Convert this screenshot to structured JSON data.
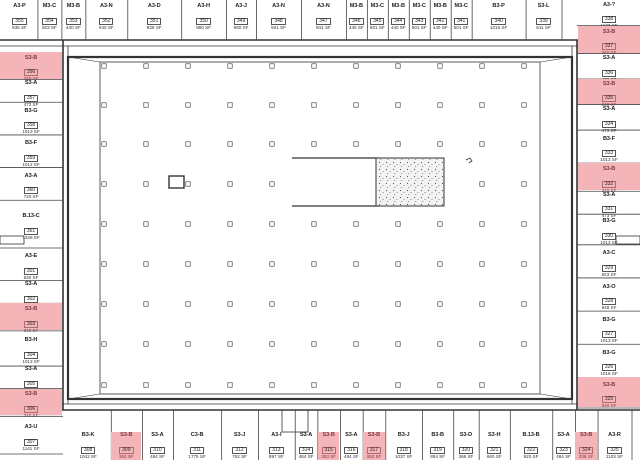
{
  "top_units": [
    {
      "type": "A3-P",
      "num": "355",
      "area": "935 SF"
    },
    {
      "type": "M3-C",
      "num": "354",
      "area": "503 SF"
    },
    {
      "type": "M3-B",
      "num": "353",
      "area": "440 SF"
    },
    {
      "type": "A3-N",
      "num": "352",
      "area": "940 SF"
    },
    {
      "type": "A3-D",
      "num": "351",
      "area": "829 SF"
    },
    {
      "type": "A3-H",
      "num": "350",
      "area": "880 SF"
    },
    {
      "type": "A3-J",
      "num": "349",
      "area": "960 SF"
    },
    {
      "type": "A3-N",
      "num": "348",
      "area": "941 SF"
    },
    {
      "type": "A3-N",
      "num": "347",
      "area": "941 SF"
    },
    {
      "type": "M3-B",
      "num": "346",
      "area": "440 SF"
    },
    {
      "type": "M3-C",
      "num": "345",
      "area": "501 SF"
    },
    {
      "type": "M3-B",
      "num": "344",
      "area": "440 SF"
    },
    {
      "type": "M3-C",
      "num": "343",
      "area": "501 SF"
    },
    {
      "type": "M3-B",
      "num": "342",
      "area": "440 SF"
    },
    {
      "type": "M3-C",
      "num": "341",
      "area": "501 SF"
    },
    {
      "type": "B3-P",
      "num": "340",
      "area": "1016 SF"
    },
    {
      "type": "S3-L",
      "num": "339",
      "area": "611 SF"
    }
  ],
  "left_units": [
    {
      "type": "S3-B",
      "num": "356",
      "area": "340 SF",
      "hl": true
    },
    {
      "type": "S3-A",
      "num": "357",
      "area": "473 SF"
    },
    {
      "type": "B3-G",
      "num": "358",
      "area": "1013 SF"
    },
    {
      "type": "B3-F",
      "num": "359",
      "area": "1012 SF"
    },
    {
      "type": "A3-A",
      "num": "360",
      "area": "720 SF"
    },
    {
      "type": "B.13-C",
      "num": "361",
      "area": "1348 SF"
    },
    {
      "type": "A3-E",
      "num": "301",
      "area": "830 SF"
    },
    {
      "type": "S3-A",
      "num": "302",
      "area": "473 SF"
    },
    {
      "type": "S3-B",
      "num": "303",
      "area": "340 SF",
      "hl": true
    },
    {
      "type": "B3-H",
      "num": "304",
      "area": "1013 SF"
    },
    {
      "type": "S3-A",
      "num": "305",
      "area": "473 SF"
    },
    {
      "type": "S3-B",
      "num": "306",
      "area": "340 SF",
      "hl": true
    },
    {
      "type": "A3-U",
      "num": "307",
      "area": "1141 SF"
    }
  ],
  "right_units": [
    {
      "type": "A3-?",
      "num": "338",
      "area": "1133 SF"
    },
    {
      "type": "S3-B",
      "num": "337",
      "area": "340 SF",
      "hl": true
    },
    {
      "type": "S3-A",
      "num": "336",
      "area": "473 SF"
    },
    {
      "type": "S3-B",
      "num": "335",
      "area": "340 SF",
      "hl": true
    },
    {
      "type": "S3-A",
      "num": "334",
      "area": "473 SF"
    },
    {
      "type": "B3-F",
      "num": "333",
      "area": "1013 SF"
    },
    {
      "type": "S3-B",
      "num": "332",
      "area": "340 SF",
      "hl": true
    },
    {
      "type": "S3-A",
      "num": "331",
      "area": "473 SF"
    },
    {
      "type": "B3-G",
      "num": "330",
      "area": "1013 SF"
    },
    {
      "type": "A3-C",
      "num": "329",
      "area": "823 SF"
    },
    {
      "type": "A3-O",
      "num": "328",
      "area": "948 SF"
    },
    {
      "type": "B3-G",
      "num": "327",
      "area": "1013 SF"
    },
    {
      "type": "B3-G",
      "num": "326",
      "area": "1016 SF"
    },
    {
      "type": "S3-B",
      "num": "325",
      "area": "340 SF",
      "hl": true
    }
  ],
  "bottom_units": [
    {
      "type": "B3-K",
      "num": "308",
      "area": "1042 SF"
    },
    {
      "type": "S3-B",
      "num": "309",
      "area": "353 SF",
      "hl": true
    },
    {
      "type": "S3-A",
      "num": "310",
      "area": "484 SF"
    },
    {
      "type": "C3-B",
      "num": "311",
      "area": "1775 SF"
    },
    {
      "type": "S3-J",
      "num": "312",
      "area": "752 SF"
    },
    {
      "type": "A3-I",
      "num": "313",
      "area": "897 SF"
    },
    {
      "type": "S3-A",
      "num": "314",
      "area": "484 SF"
    },
    {
      "type": "S3-B",
      "num": "315",
      "area": "353 SF",
      "hl": true
    },
    {
      "type": "S3-A",
      "num": "316",
      "area": "484 SF"
    },
    {
      "type": "S3-B",
      "num": "317",
      "area": "353 SF",
      "hl": true
    },
    {
      "type": "B3-J",
      "num": "318",
      "area": "1037 SF"
    },
    {
      "type": "B3-B",
      "num": "319",
      "area": "894 SF"
    },
    {
      "type": "S3-D",
      "num": "320",
      "area": "366 SF"
    },
    {
      "type": "S3-H",
      "num": "321",
      "area": "660 SF"
    },
    {
      "type": "B.13-B",
      "num": "322",
      "area": "920 SF"
    },
    {
      "type": "S3-A",
      "num": "323",
      "area": "484 SF"
    },
    {
      "type": "S3-B",
      "num": "324",
      "area": "338 SF",
      "hl": true
    },
    {
      "type": "A3-R",
      "num": "325",
      "area": "1103 SF"
    }
  ]
}
